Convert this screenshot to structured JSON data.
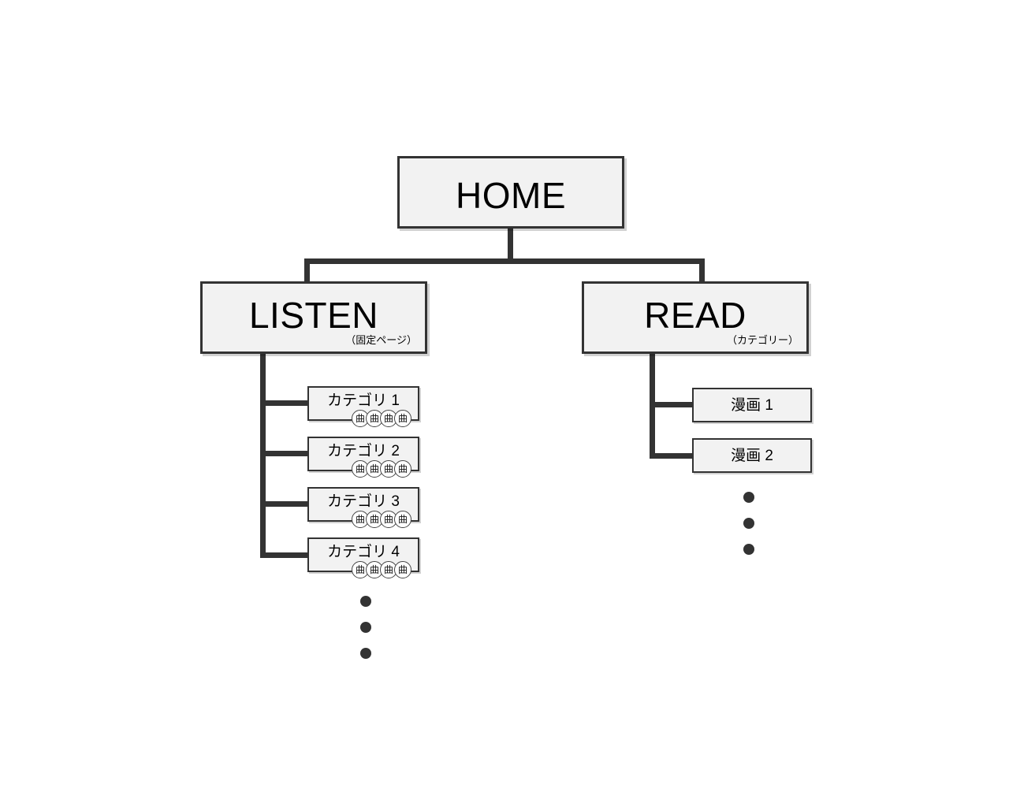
{
  "diagram": {
    "title_node": {
      "id": "home",
      "label": "HOME",
      "sublabel": ""
    },
    "branches": [
      {
        "id": "listen",
        "label": "LISTEN",
        "sublabel": "（固定ページ）",
        "children": [
          {
            "id": "cat-1",
            "label": "カテゴリ 1",
            "chips": [
              "曲",
              "曲",
              "曲",
              "曲"
            ]
          },
          {
            "id": "cat-2",
            "label": "カテゴリ 2",
            "chips": [
              "曲",
              "曲",
              "曲",
              "曲"
            ]
          },
          {
            "id": "cat-3",
            "label": "カテゴリ 3",
            "chips": [
              "曲",
              "曲",
              "曲",
              "曲"
            ]
          },
          {
            "id": "cat-4",
            "label": "カテゴリ 4",
            "chips": [
              "曲",
              "曲",
              "曲",
              "曲"
            ]
          }
        ],
        "continuation": "⋮"
      },
      {
        "id": "read",
        "label": "READ",
        "sublabel": "（カテゴリー）",
        "children": [
          {
            "id": "manga-1",
            "label": "漫画 1"
          },
          {
            "id": "manga-2",
            "label": "漫画 2"
          }
        ],
        "continuation": "⋮"
      }
    ]
  },
  "colors": {
    "background": "#ffffff",
    "node_fill": "#f2f2f2",
    "node_border": "#333333",
    "line": "#333333",
    "text": "#000000",
    "chip_fill": "#ffffff",
    "chip_border": "#444444"
  }
}
